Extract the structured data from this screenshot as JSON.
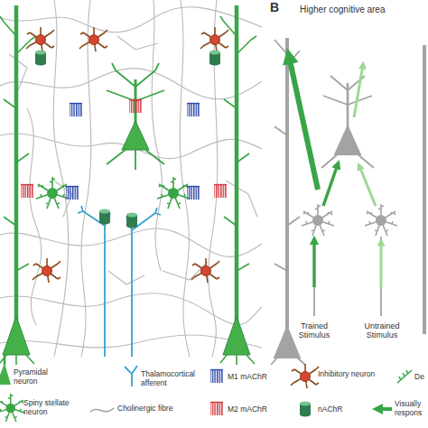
{
  "diagram": {
    "labels": [
      "B",
      "Higher cognitive area",
      "Trained Stimulus",
      "Untrained Stimulus"
    ],
    "legend": [
      {
        "text": "Pyramidal neuron"
      },
      {
        "text": "Thalamocortical afferent"
      },
      {
        "text": "M1 mAChR"
      },
      {
        "text": "Inhibitory neuron"
      },
      {
        "text": "De"
      },
      {
        "text": "Spiny stellate neuron"
      },
      {
        "text": "Cholinergic fibre"
      },
      {
        "text": "M2 mAChR"
      },
      {
        "text": "nAChR"
      },
      {
        "text": "Visually respons"
      }
    ]
  }
}
